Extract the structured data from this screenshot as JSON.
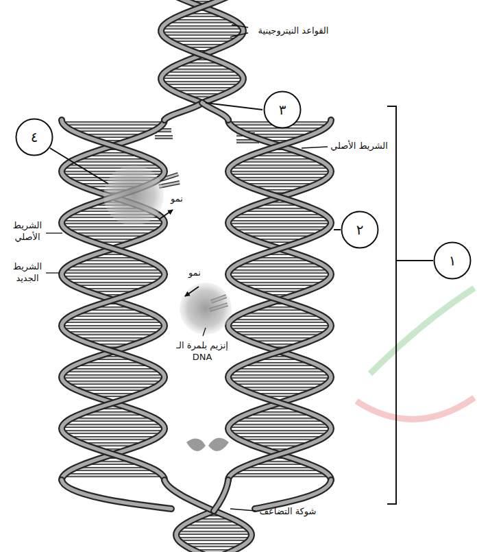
{
  "diagram": {
    "nodes": [
      {
        "text": [
          "٤"
        ]
      },
      {
        "text": [
          "٣"
        ]
      },
      {
        "text": [
          "٢"
        ]
      },
      {
        "text": [
          "١"
        ]
      }
    ],
    "labels": [
      "القواعد النيتروجينية",
      "الشريط الأصلي",
      "الشريط الأصلي",
      "الشريط الجديد",
      "نمو",
      "نمو",
      "إنزيم بلمرة الـ DNA",
      "شوكة التضاعف"
    ]
  }
}
